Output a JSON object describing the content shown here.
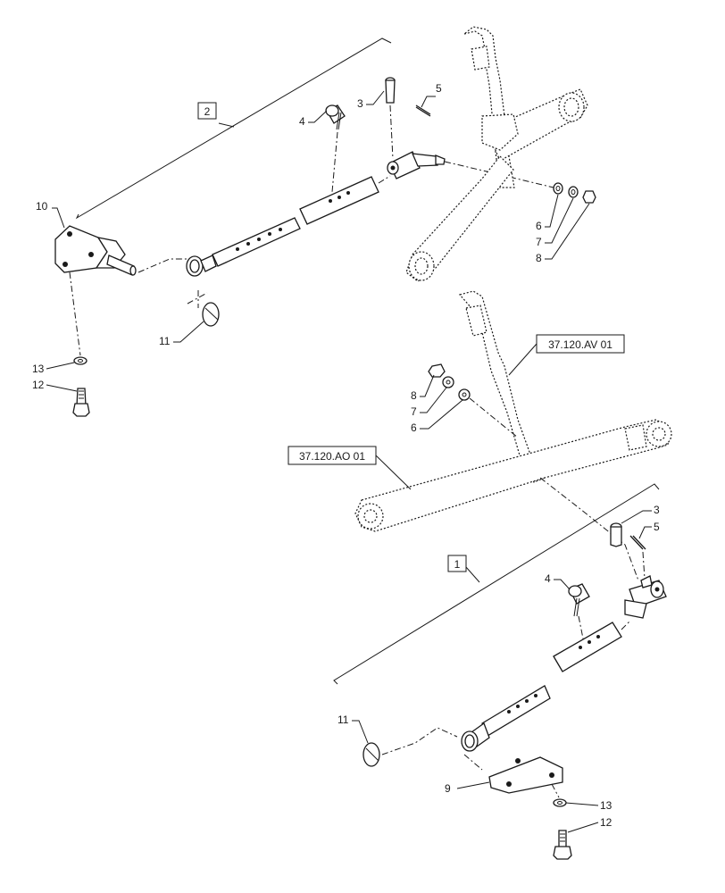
{
  "diagram": {
    "assembly_labels": [
      "1",
      "2"
    ],
    "references": [
      "37.120.AV 01",
      "37.120.AO 01"
    ],
    "callouts_upper": [
      "10",
      "4",
      "3",
      "5",
      "6",
      "7",
      "8",
      "11",
      "13",
      "12"
    ],
    "callouts_lower": [
      "8",
      "7",
      "6",
      "3",
      "5",
      "4",
      "11",
      "9",
      "13",
      "12"
    ]
  }
}
